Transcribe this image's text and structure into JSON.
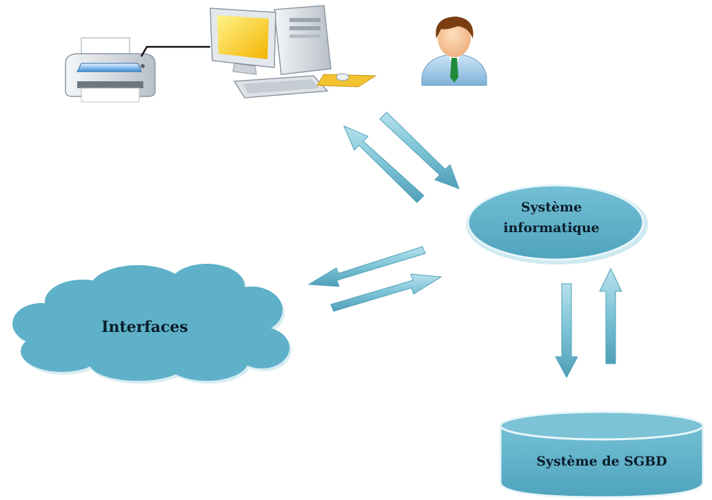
{
  "diagram": {
    "nodes": {
      "system": {
        "line1": "Système",
        "line2": "informatique"
      },
      "interfaces": {
        "label": "Interfaces"
      },
      "database": {
        "label": "Système de SGBD"
      }
    },
    "icons": [
      "printer-icon",
      "desktop-computer-icon",
      "user-icon"
    ],
    "colors": {
      "node_fill": "#5fb1c9",
      "node_border": "#b9dde8",
      "arrow_fill": "#7cc3d6",
      "label_text": "#0b1d2a"
    }
  }
}
